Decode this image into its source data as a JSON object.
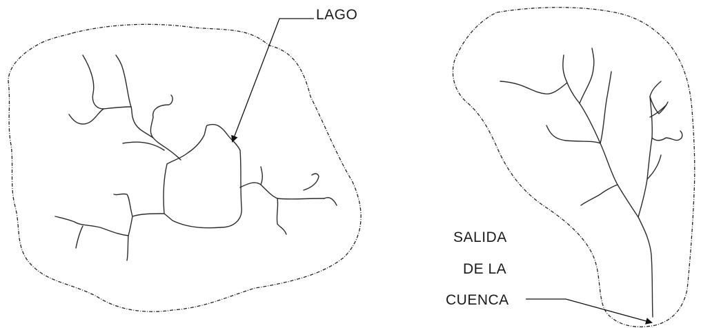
{
  "labels": {
    "lake": "LAGO",
    "outlet_line1": "SALIDA",
    "outlet_line2": "DE LA",
    "outlet_line3": "CUENCA"
  },
  "colors": {
    "stroke": "#222222",
    "background": "#ffffff"
  }
}
